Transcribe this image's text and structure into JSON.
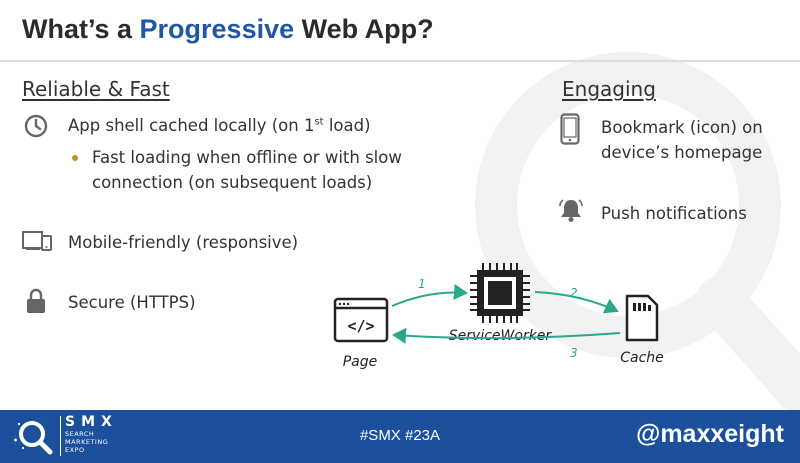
{
  "title": {
    "prefix": "What’s a ",
    "accent": "Progressive",
    "suffix": " Web App?"
  },
  "left": {
    "heading": "Reliable & Fast",
    "items": [
      {
        "icon": "clock-icon",
        "text_a": "App shell cached locally (on 1",
        "sup": "st",
        "text_b": " load)"
      },
      {
        "icon": "bullet",
        "line1": "Fast loading  when offline or with slow",
        "line2": "connection (on subsequent loads)"
      },
      {
        "icon": "devices-icon",
        "text": "Mobile-friendly (responsive)"
      },
      {
        "icon": "lock-icon",
        "text": "Secure (HTTPS)"
      }
    ]
  },
  "right": {
    "heading": "Engaging",
    "items": [
      {
        "icon": "phone-icon",
        "line1": "Bookmark (icon) on",
        "line2": "device’s homepage"
      },
      {
        "icon": "bell-icon",
        "text": "Push notifications"
      }
    ]
  },
  "diagram": {
    "page_label": "Page",
    "worker_label": "ServiceWorker",
    "cache_label": "Cache",
    "page_glyph": "</>",
    "steps": [
      "1",
      "2",
      "3"
    ]
  },
  "footer": {
    "logo_letters": "SMX",
    "logo_sub": [
      "SEARCH",
      "MARKETING",
      "EXPO"
    ],
    "hashtag": "#SMX #23A",
    "handle": "@maxxeight"
  },
  "colors": {
    "accent": "#1f56a6",
    "footer": "#1c4f9c",
    "arrow": "#2aa88c",
    "bullet": "#c0912f"
  }
}
